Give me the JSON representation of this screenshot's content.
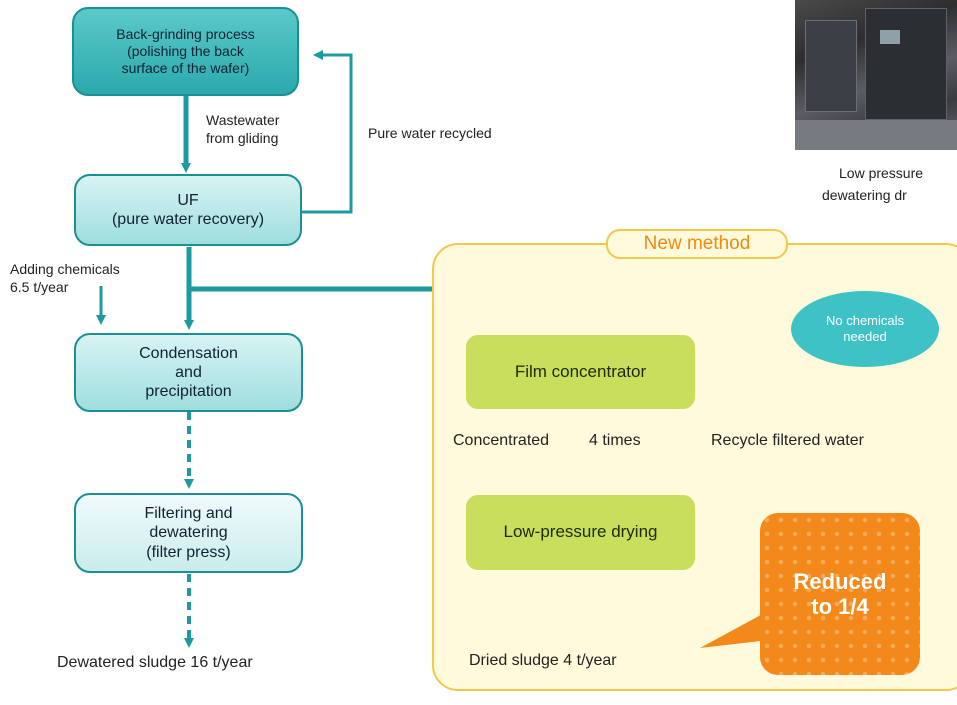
{
  "colors": {
    "teal_arrow": "#1b9aa0",
    "panel_border": "#f3c84a",
    "panel_fill": "#fffadb",
    "green_box": "#c8de5c",
    "orange": "#f2891a",
    "title_orange": "#f08a14"
  },
  "old_method": {
    "back_grinding": [
      "Back-grinding process",
      "(polishing the back",
      "surface of the wafer)"
    ],
    "wastewater": [
      "Wastewater",
      "from gliding"
    ],
    "pure_water_recycled": "Pure water recycled",
    "uf": [
      "UF",
      "(pure water recovery)"
    ],
    "adding_chemicals": [
      "Adding chemicals",
      "6.5 t/year"
    ],
    "condensation": [
      "Condensation",
      "and",
      "precipitation"
    ],
    "filtering": [
      "Filtering and",
      "dewatering",
      "(filter press)"
    ],
    "dewatered_sludge": "Dewatered sludge 16 t/year"
  },
  "new_method": {
    "title": "New method",
    "no_chemicals": [
      "No chemicals",
      "needed"
    ],
    "film_concentrator": "Film concentrator",
    "recycle_water": "Recycle filtered water",
    "concentrated_left": "Concentrated",
    "concentrated_right": "4 times",
    "low_pressure_drying": "Low-pressure drying",
    "dried_sludge": "Dried sludge 4 t/year",
    "reduced": [
      "Reduced",
      "to 1/4"
    ]
  },
  "photo": {
    "caption": [
      "Low pressure",
      "dewatering dr"
    ]
  }
}
